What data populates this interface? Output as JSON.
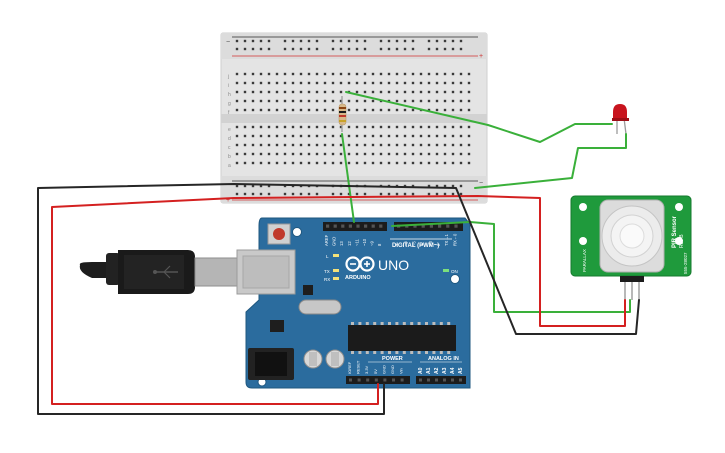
{
  "breadboard": {
    "row_letters_top": [
      "j",
      "i",
      "h",
      "g",
      "f"
    ],
    "row_letters_bottom": [
      "e",
      "d",
      "c",
      "b",
      "a"
    ],
    "rail_plus": "+",
    "rail_minus": "−"
  },
  "arduino": {
    "logo_text": "UNO",
    "brand_text": "ARDUINO",
    "digital_label": "DIGITAL (PWM~)",
    "power_label": "POWER",
    "analog_label": "ANALOG IN",
    "on_label": "ON",
    "tx_label": "TX",
    "rx_label": "RX",
    "l_label": "L",
    "header_top_labels": [
      "AREF",
      "GND",
      "13",
      "12",
      "~11",
      "~10",
      "~9",
      "8",
      "7",
      "~6",
      "~5",
      "4",
      "~3",
      "2",
      "TX→1",
      "RX←0"
    ],
    "power_pin_labels": [
      "IOREF",
      "RESET",
      "3.3V",
      "5V",
      "GND",
      "GND",
      "Vin"
    ],
    "analog_pin_labels": [
      "A0",
      "A1",
      "A2",
      "A3",
      "A4",
      "A5"
    ]
  },
  "pir_sensor": {
    "label_line1": "PIR Sensor",
    "label_line2": "Rev B",
    "side_text": "555-28027",
    "brand_text": "PARALLAX"
  },
  "colors": {
    "wire_green": "#3ab03a",
    "wire_red": "#d42020",
    "wire_black": "#262626",
    "arduino_board": "#2b6c9e",
    "pir_board": "#1f9a3c",
    "led_red": "#c8141e",
    "breadboard_body": "#e2e2e2"
  }
}
